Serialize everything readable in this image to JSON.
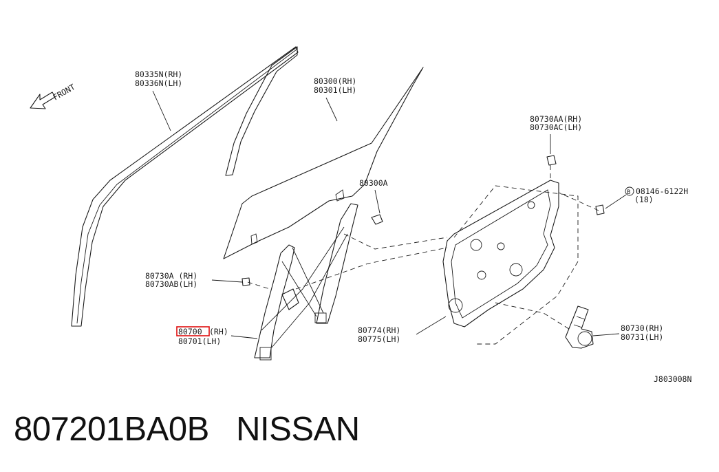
{
  "diagram": {
    "front_label": "FRONT",
    "labels": {
      "l1a": "80335N(RH)",
      "l1b": "80336N(LH)",
      "l2a": "80300(RH)",
      "l2b": "80301(LH)",
      "l3a": "80730AA(RH)",
      "l3b": "80730AC(LH)",
      "l4": "80300A",
      "l5a": "08146-6122H",
      "l5b": "(18)",
      "l5sym": "B",
      "l6a": "80730A (RH)",
      "l6b": "80730AB(LH)",
      "l7a": "80700",
      "l7a_side": "(RH)",
      "l7b": "80701(LH)",
      "l8a": "80774(RH)",
      "l8b": "80775(LH)",
      "l9a": "80730(RH)",
      "l9b": "80731(LH)",
      "ref": "J803008N"
    },
    "highlight_color": "#e01010"
  },
  "caption": {
    "part_number": "807201BA0B",
    "brand": "NISSAN"
  }
}
